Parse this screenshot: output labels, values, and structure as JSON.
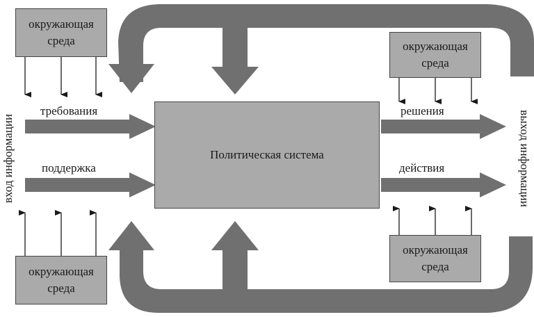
{
  "diagram": {
    "center": "Политическая система",
    "env_top_left": [
      "окружающая",
      "среда"
    ],
    "env_bottom_left": [
      "окружающая",
      "среда"
    ],
    "env_top_right": [
      "окружающая",
      "среда"
    ],
    "env_bottom_right": [
      "окружающая",
      "среда"
    ],
    "inputs": [
      "требования",
      "поддержка"
    ],
    "outputs": [
      "решения",
      "действия"
    ],
    "input_side": "вход информации",
    "output_side": "выход информации"
  },
  "colors": {
    "box_fill": "#aaaaaa",
    "arrow_fill": "#707070",
    "stroke": "#444444"
  }
}
